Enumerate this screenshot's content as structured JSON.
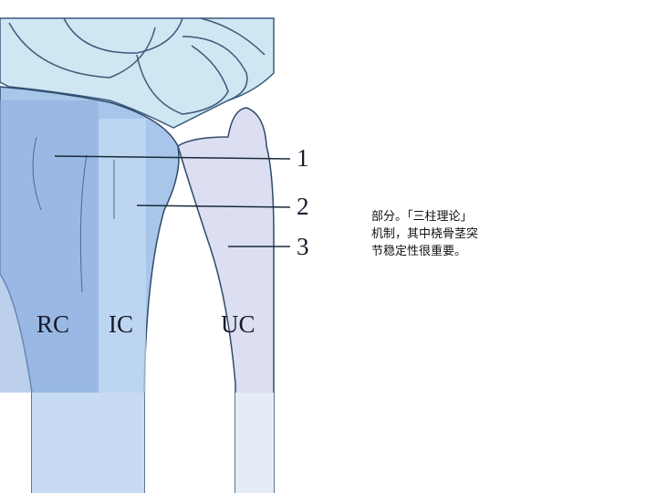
{
  "figure": {
    "column_labels": [
      "RC",
      "IC",
      "UC"
    ],
    "callout_numbers": [
      "1",
      "2",
      "3"
    ],
    "colors": {
      "radial": "#9fbfe6",
      "intermediate": "#bcd8f0",
      "ulnar": "#d8dcf0",
      "bone_outline": "#2e4a6a",
      "carpal": "#c8e4f2"
    }
  },
  "caption": {
    "lines": [
      "部分。「三柱理论」",
      "机制，其中桡骨茎突",
      "节稳定性很重要。"
    ]
  }
}
